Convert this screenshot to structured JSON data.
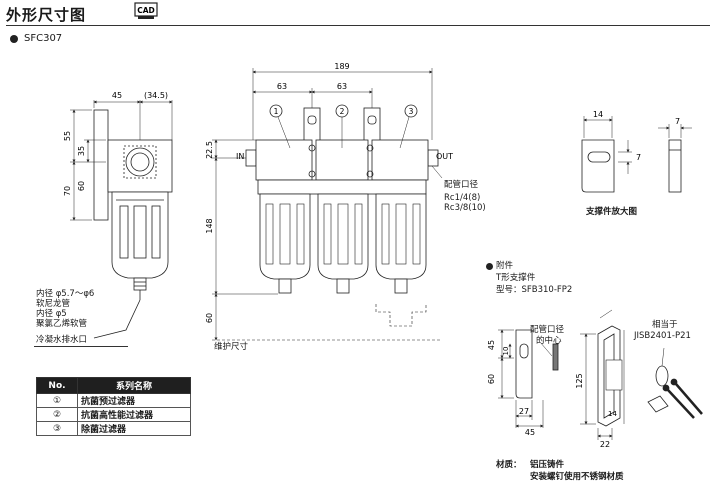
{
  "header": {
    "title": "外形尺寸图",
    "cad_badge": "CAD"
  },
  "model": "SFC307",
  "front_view": {
    "dims": {
      "d45": "45",
      "d34_5": "(34.5)",
      "d55": "55",
      "d35": "35",
      "d70": "70",
      "d60": "60"
    },
    "tube_note": [
      "内径 φ5.7～φ6",
      "软尼龙管",
      "内径 φ5",
      "聚氯乙烯软管"
    ],
    "drain_label": "冷凝水排水口"
  },
  "main_view": {
    "dims": {
      "d189": "189",
      "d63a": "63",
      "d63b": "63",
      "d22_5": "22.5",
      "d148": "148",
      "d60": "60"
    },
    "markers": [
      "1",
      "2",
      "3"
    ],
    "in_label": "IN",
    "out_label": "OUT",
    "port_label": "配管口径",
    "port_sizes": [
      "Rc1/4(8)",
      "Rc3/8(10)"
    ],
    "maintenance_label": "维护尺寸"
  },
  "bracket_detail": {
    "d14": "14",
    "d7a": "7",
    "d7b": "7",
    "caption": "支撑件放大图"
  },
  "accessory": {
    "heading": "附件",
    "name": "T形支撑件",
    "model": "型号：SFB310-FP2",
    "center_label": [
      "配管口径",
      "的中心"
    ],
    "equiv_label": [
      "相当于",
      "JISB2401-P21"
    ],
    "dims": {
      "d45": "45",
      "d10": "10",
      "d60": "60",
      "d27": "27",
      "d45b": "45",
      "d125": "125",
      "d14": "14",
      "d22": "22"
    }
  },
  "parts_table": {
    "headers": [
      "No.",
      "系列名称"
    ],
    "rows": [
      {
        "no": "①",
        "name": "抗菌预过滤器"
      },
      {
        "no": "②",
        "name": "抗菌高性能过滤器"
      },
      {
        "no": "③",
        "name": "除菌过滤器"
      }
    ]
  },
  "material": {
    "label": "材质：",
    "line1": "铝压铸件",
    "line2": "安装螺钉使用不锈钢材质"
  }
}
